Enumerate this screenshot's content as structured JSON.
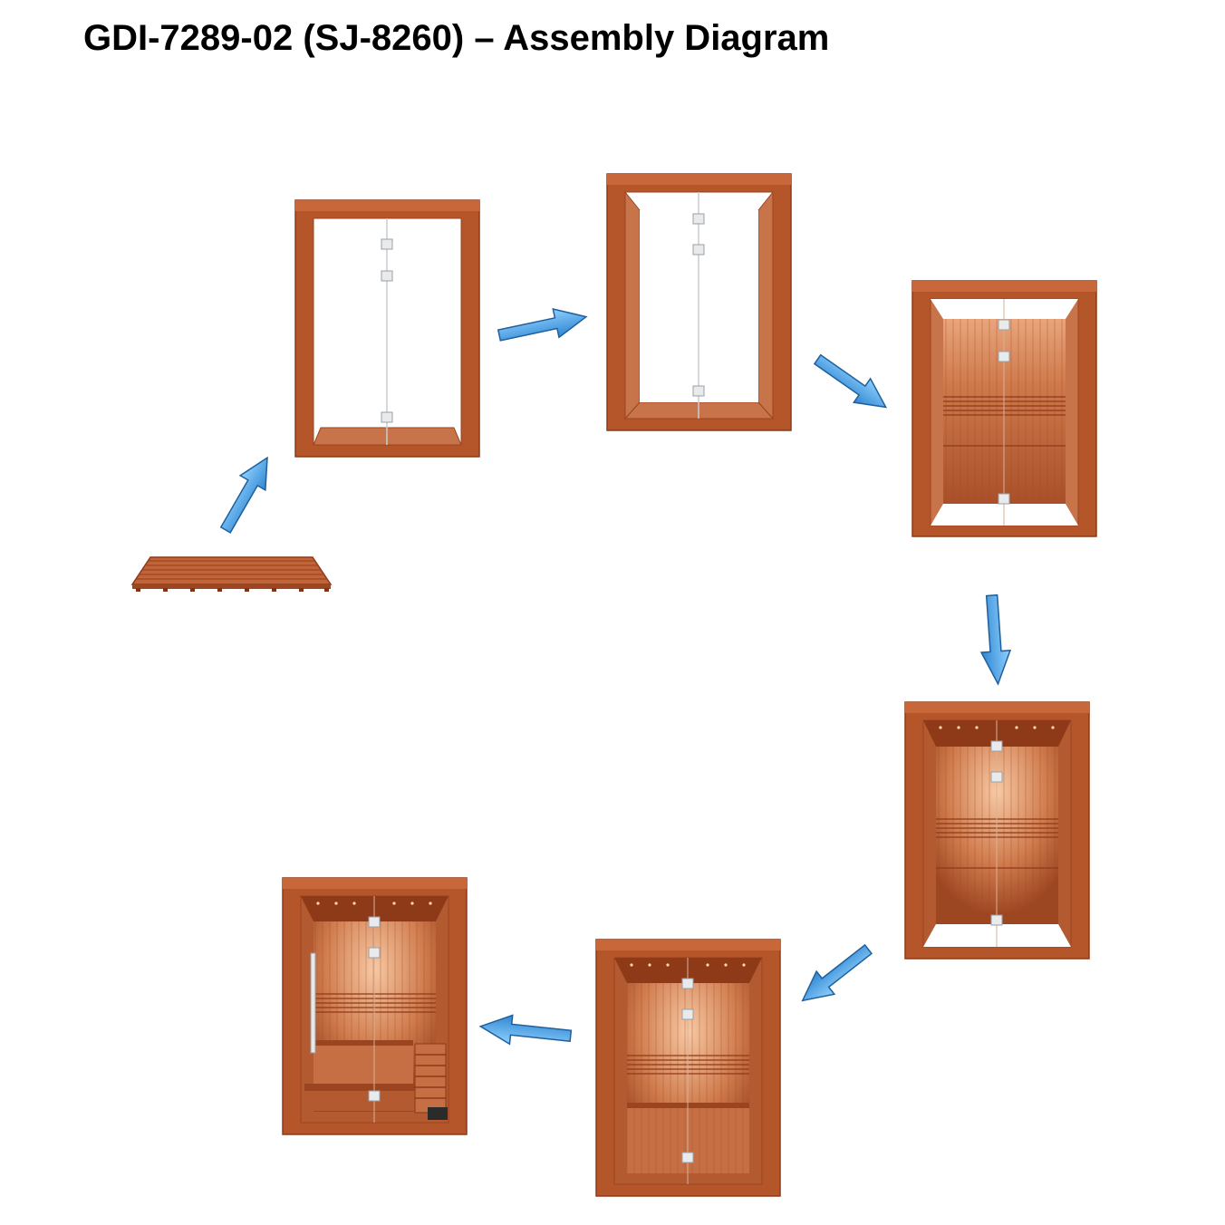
{
  "document": {
    "title": "GDI-7289-02 (SJ-8260) – Assembly Diagram"
  },
  "diagram": {
    "steps": [
      {
        "id": "step-1",
        "part": "floor-panel"
      },
      {
        "id": "step-2",
        "part": "front-frame-with-glass"
      },
      {
        "id": "step-3",
        "part": "side-walls"
      },
      {
        "id": "step-4",
        "part": "back-wall-with-backrest"
      },
      {
        "id": "step-5",
        "part": "ceiling-with-lights"
      },
      {
        "id": "step-6",
        "part": "bench"
      },
      {
        "id": "step-7",
        "part": "door-handle-and-heater"
      }
    ],
    "connectors": [
      {
        "from": "step-1",
        "to": "step-2"
      },
      {
        "from": "step-2",
        "to": "step-3"
      },
      {
        "from": "step-3",
        "to": "step-4"
      },
      {
        "from": "step-4",
        "to": "step-5"
      },
      {
        "from": "step-5",
        "to": "step-6"
      },
      {
        "from": "step-6",
        "to": "step-7"
      }
    ],
    "colors": {
      "wood_frame": "#b5552a",
      "wood_dark": "#8e3a18",
      "wood_interior": "#c8744a",
      "wood_light": "#e0a07a",
      "arrow_fill": "#4a9fe0",
      "arrow_stroke": "#1f5f9e",
      "glass_hinge": "#c9ccd0"
    }
  }
}
